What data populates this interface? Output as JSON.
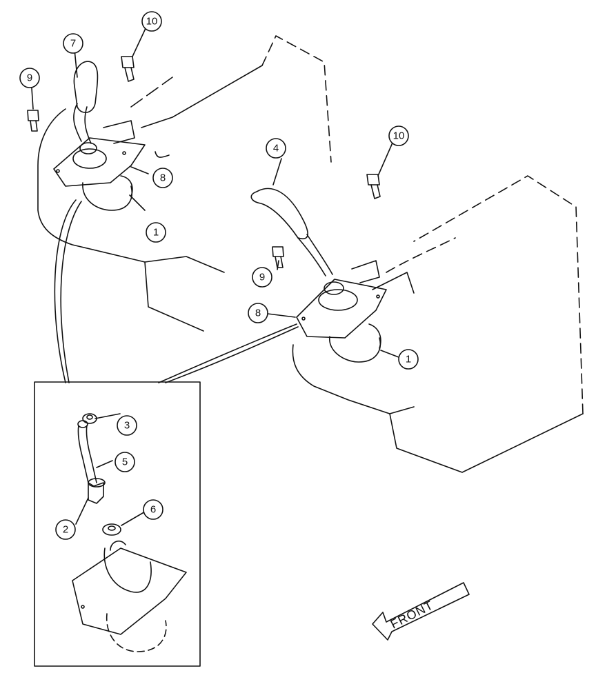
{
  "callouts": [
    {
      "id": "1a",
      "label": "1"
    },
    {
      "id": "1b",
      "label": "1"
    },
    {
      "id": "2",
      "label": "2"
    },
    {
      "id": "3",
      "label": "3"
    },
    {
      "id": "4",
      "label": "4"
    },
    {
      "id": "5",
      "label": "5"
    },
    {
      "id": "6",
      "label": "6"
    },
    {
      "id": "7",
      "label": "7"
    },
    {
      "id": "8a",
      "label": "8"
    },
    {
      "id": "8b",
      "label": "8"
    },
    {
      "id": "9a",
      "label": "9"
    },
    {
      "id": "9b",
      "label": "9"
    },
    {
      "id": "10a",
      "label": "10"
    },
    {
      "id": "10b",
      "label": "10"
    }
  ],
  "front_arrow": {
    "label": "FRONT"
  }
}
